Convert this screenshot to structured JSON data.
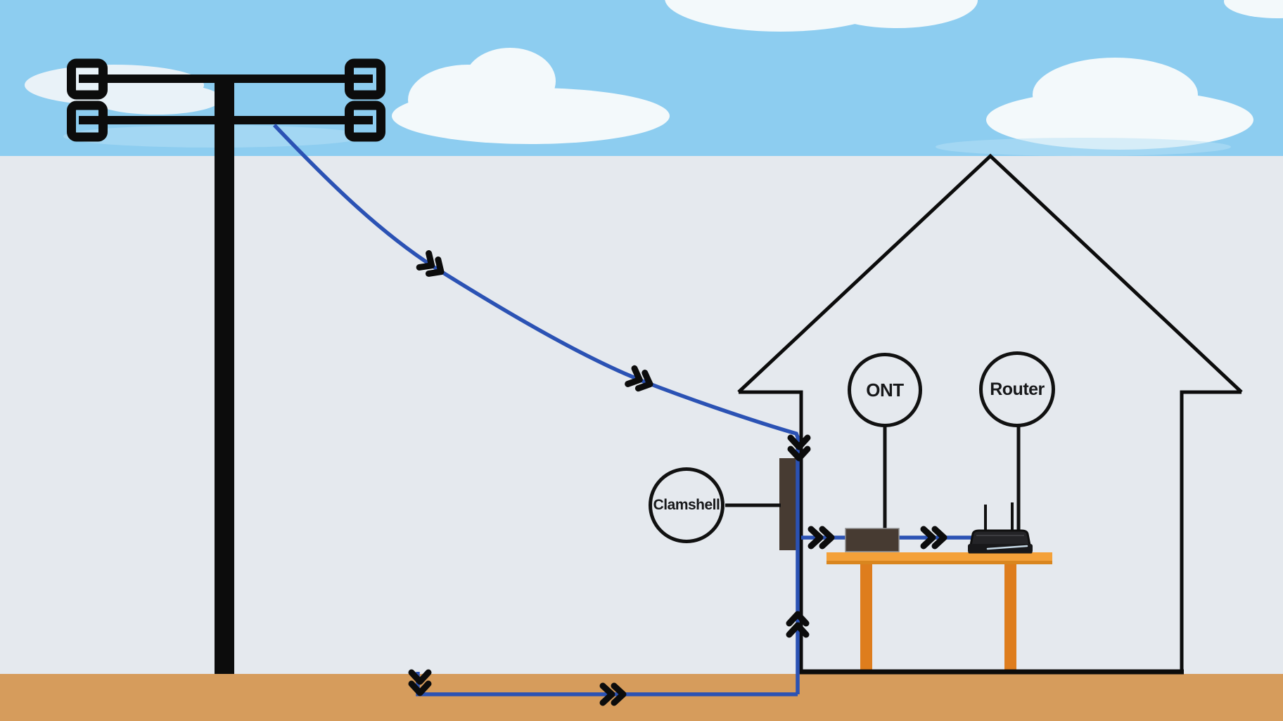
{
  "diagram": {
    "description": "Illustration of fiber internet service drop from a utility pole to a house, showing an aerial drop and an underground drop meeting at a wall-mounted clamshell, then an indoor cable to an ONT and a router on a table",
    "labels": {
      "ont": "ONT",
      "router": "Router",
      "clamshell": "Clamshell"
    },
    "nodes": [
      {
        "id": "utility-pole",
        "label": ""
      },
      {
        "id": "clamshell",
        "label": "Clamshell"
      },
      {
        "id": "ont",
        "label": "ONT"
      },
      {
        "id": "router",
        "label": "Router"
      }
    ],
    "edges": [
      {
        "from": "utility-pole",
        "to": "clamshell",
        "style": "aerial drop cable, sagging curve, arrows toward house"
      },
      {
        "from": "utility-pole",
        "to": "clamshell",
        "style": "underground cable, arrows right then up the wall"
      },
      {
        "from": "clamshell",
        "to": "ont",
        "style": "indoor cable, arrows right"
      },
      {
        "from": "ont",
        "to": "router",
        "style": "indoor cable, arrows right"
      }
    ]
  },
  "colors": {
    "sky": "#8dcdf0",
    "cloud": "#f3f9fb",
    "cloud_soft": "#e9f2f8",
    "background_gray": "#e5e9ee",
    "ground_tan": "#d69c5c",
    "cable_blue": "#2b52b4",
    "line_black": "#0c0c0c",
    "device_brown": "#473b32",
    "table_top_orange": "#f4a139",
    "table_edge_orange": "#d9861f",
    "table_leg_orange": "#de7d1d",
    "router_black": "#1d1d1f"
  }
}
